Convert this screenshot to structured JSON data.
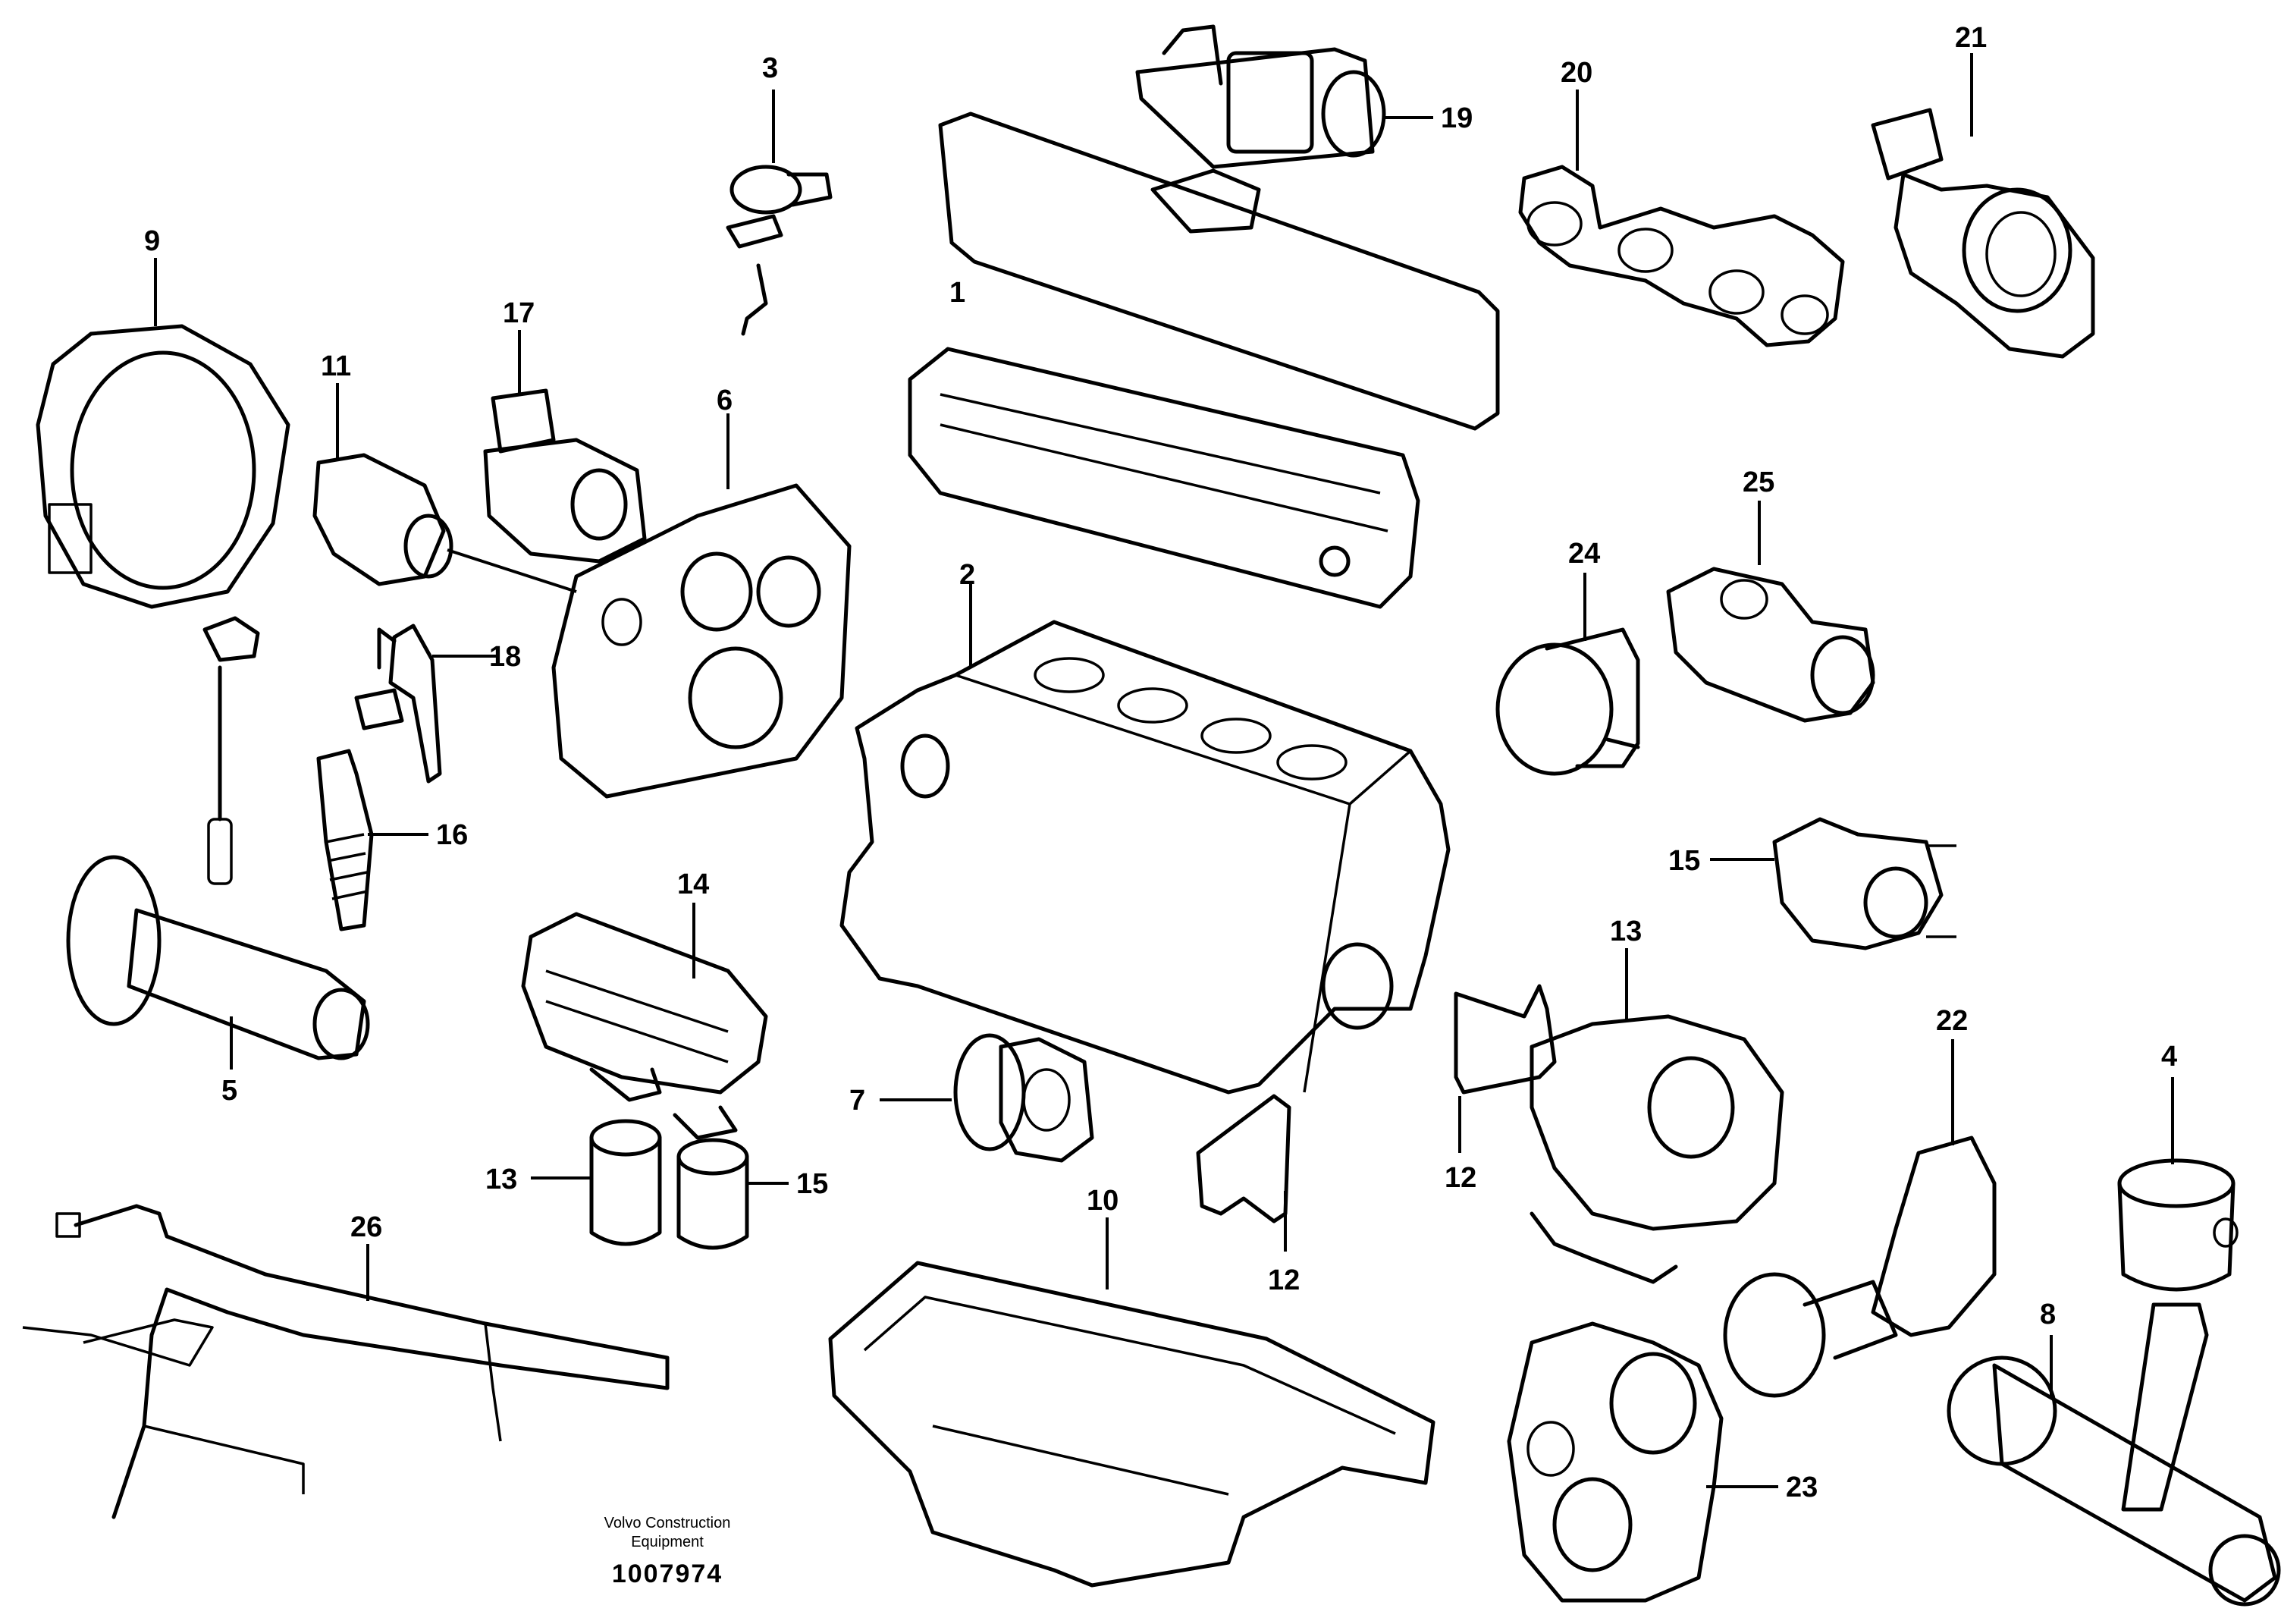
{
  "callouts": {
    "n1": "1",
    "n2": "2",
    "n3": "3",
    "n4": "4",
    "n5": "5",
    "n6": "6",
    "n7": "7",
    "n8": "8",
    "n9": "9",
    "n10": "10",
    "n11": "11",
    "n12a": "12",
    "n12b": "12",
    "n13a": "13",
    "n13b": "13",
    "n14": "14",
    "n15a": "15",
    "n15b": "15",
    "n16": "16",
    "n17": "17",
    "n18": "18",
    "n19": "19",
    "n20": "20",
    "n21": "21",
    "n22": "22",
    "n23": "23",
    "n24": "24",
    "n25": "25",
    "n26": "26"
  },
  "footer": {
    "company_line1": "Volvo Construction",
    "company_line2": "Equipment",
    "illustration_id": "1007974"
  },
  "colors": {
    "line": "#000000",
    "background": "#ffffff"
  }
}
